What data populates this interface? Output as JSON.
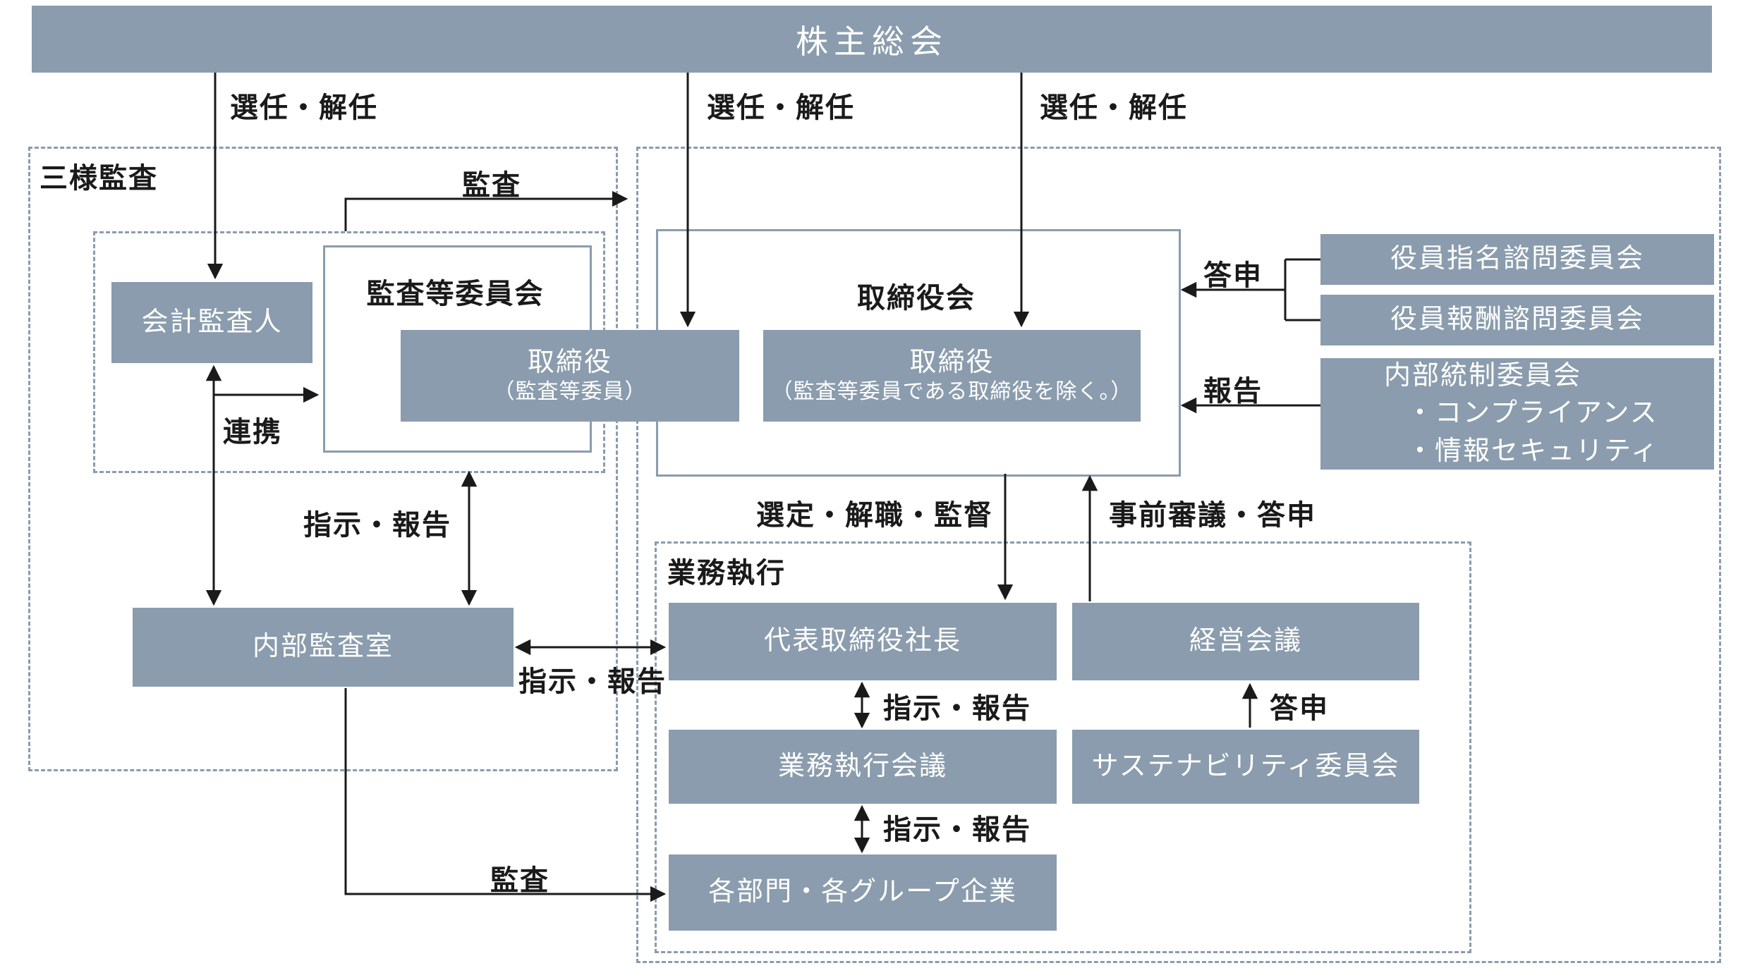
{
  "title": "株主総会",
  "groups": {
    "three_way_audit": "三様監査",
    "business_execution": "業務執行"
  },
  "boxes": {
    "accounting_auditor": "会計監査人",
    "audit_committee": "監査等委員会",
    "directors_audit": {
      "line1": "取締役",
      "line2": "（監査等委員）"
    },
    "board_of_directors": "取締役会",
    "directors_non_audit": {
      "line1": "取締役",
      "line2": "（監査等委員である取締役を除く。）"
    },
    "internal_audit_office": "内部監査室",
    "president": "代表取締役社長",
    "management_council": "経営会議",
    "business_execution_meeting": "業務執行会議",
    "sustainability_committee": "サステナビリティ委員会",
    "departments_group_companies": "各部門・各グループ企業",
    "nomination_advisory_committee": "役員指名諮問委員会",
    "compensation_advisory_committee": "役員報酬諮問委員会",
    "internal_control_committee": {
      "title": "内部統制委員会",
      "item1": "・コンプライアンス",
      "item2": "・情報セキュリティ"
    }
  },
  "edge_labels": {
    "elect_dismiss_left": "選任・解任",
    "elect_dismiss_middle": "選任・解任",
    "elect_dismiss_right": "選任・解任",
    "audit_top": "監査",
    "audit_bottom": "監査",
    "cooperation": "連携",
    "instruct_report_audit_committee": "指示・報告",
    "instruct_report_internal_audit": "指示・報告",
    "instruct_report_president_meeting": "指示・報告",
    "instruct_report_meeting_departments": "指示・報告",
    "consultation_report_advisory": "答申",
    "report_internal_control": "報告",
    "select_dismiss_supervise": "選定・解職・監督",
    "prior_deliberation_consultation": "事前審議・答申",
    "consultation_sustainability": "答申"
  },
  "colors": {
    "box_fill": "#8A9CAD",
    "arrow": "#1A1A1A",
    "text_on_fill": "#FFFFFF"
  }
}
